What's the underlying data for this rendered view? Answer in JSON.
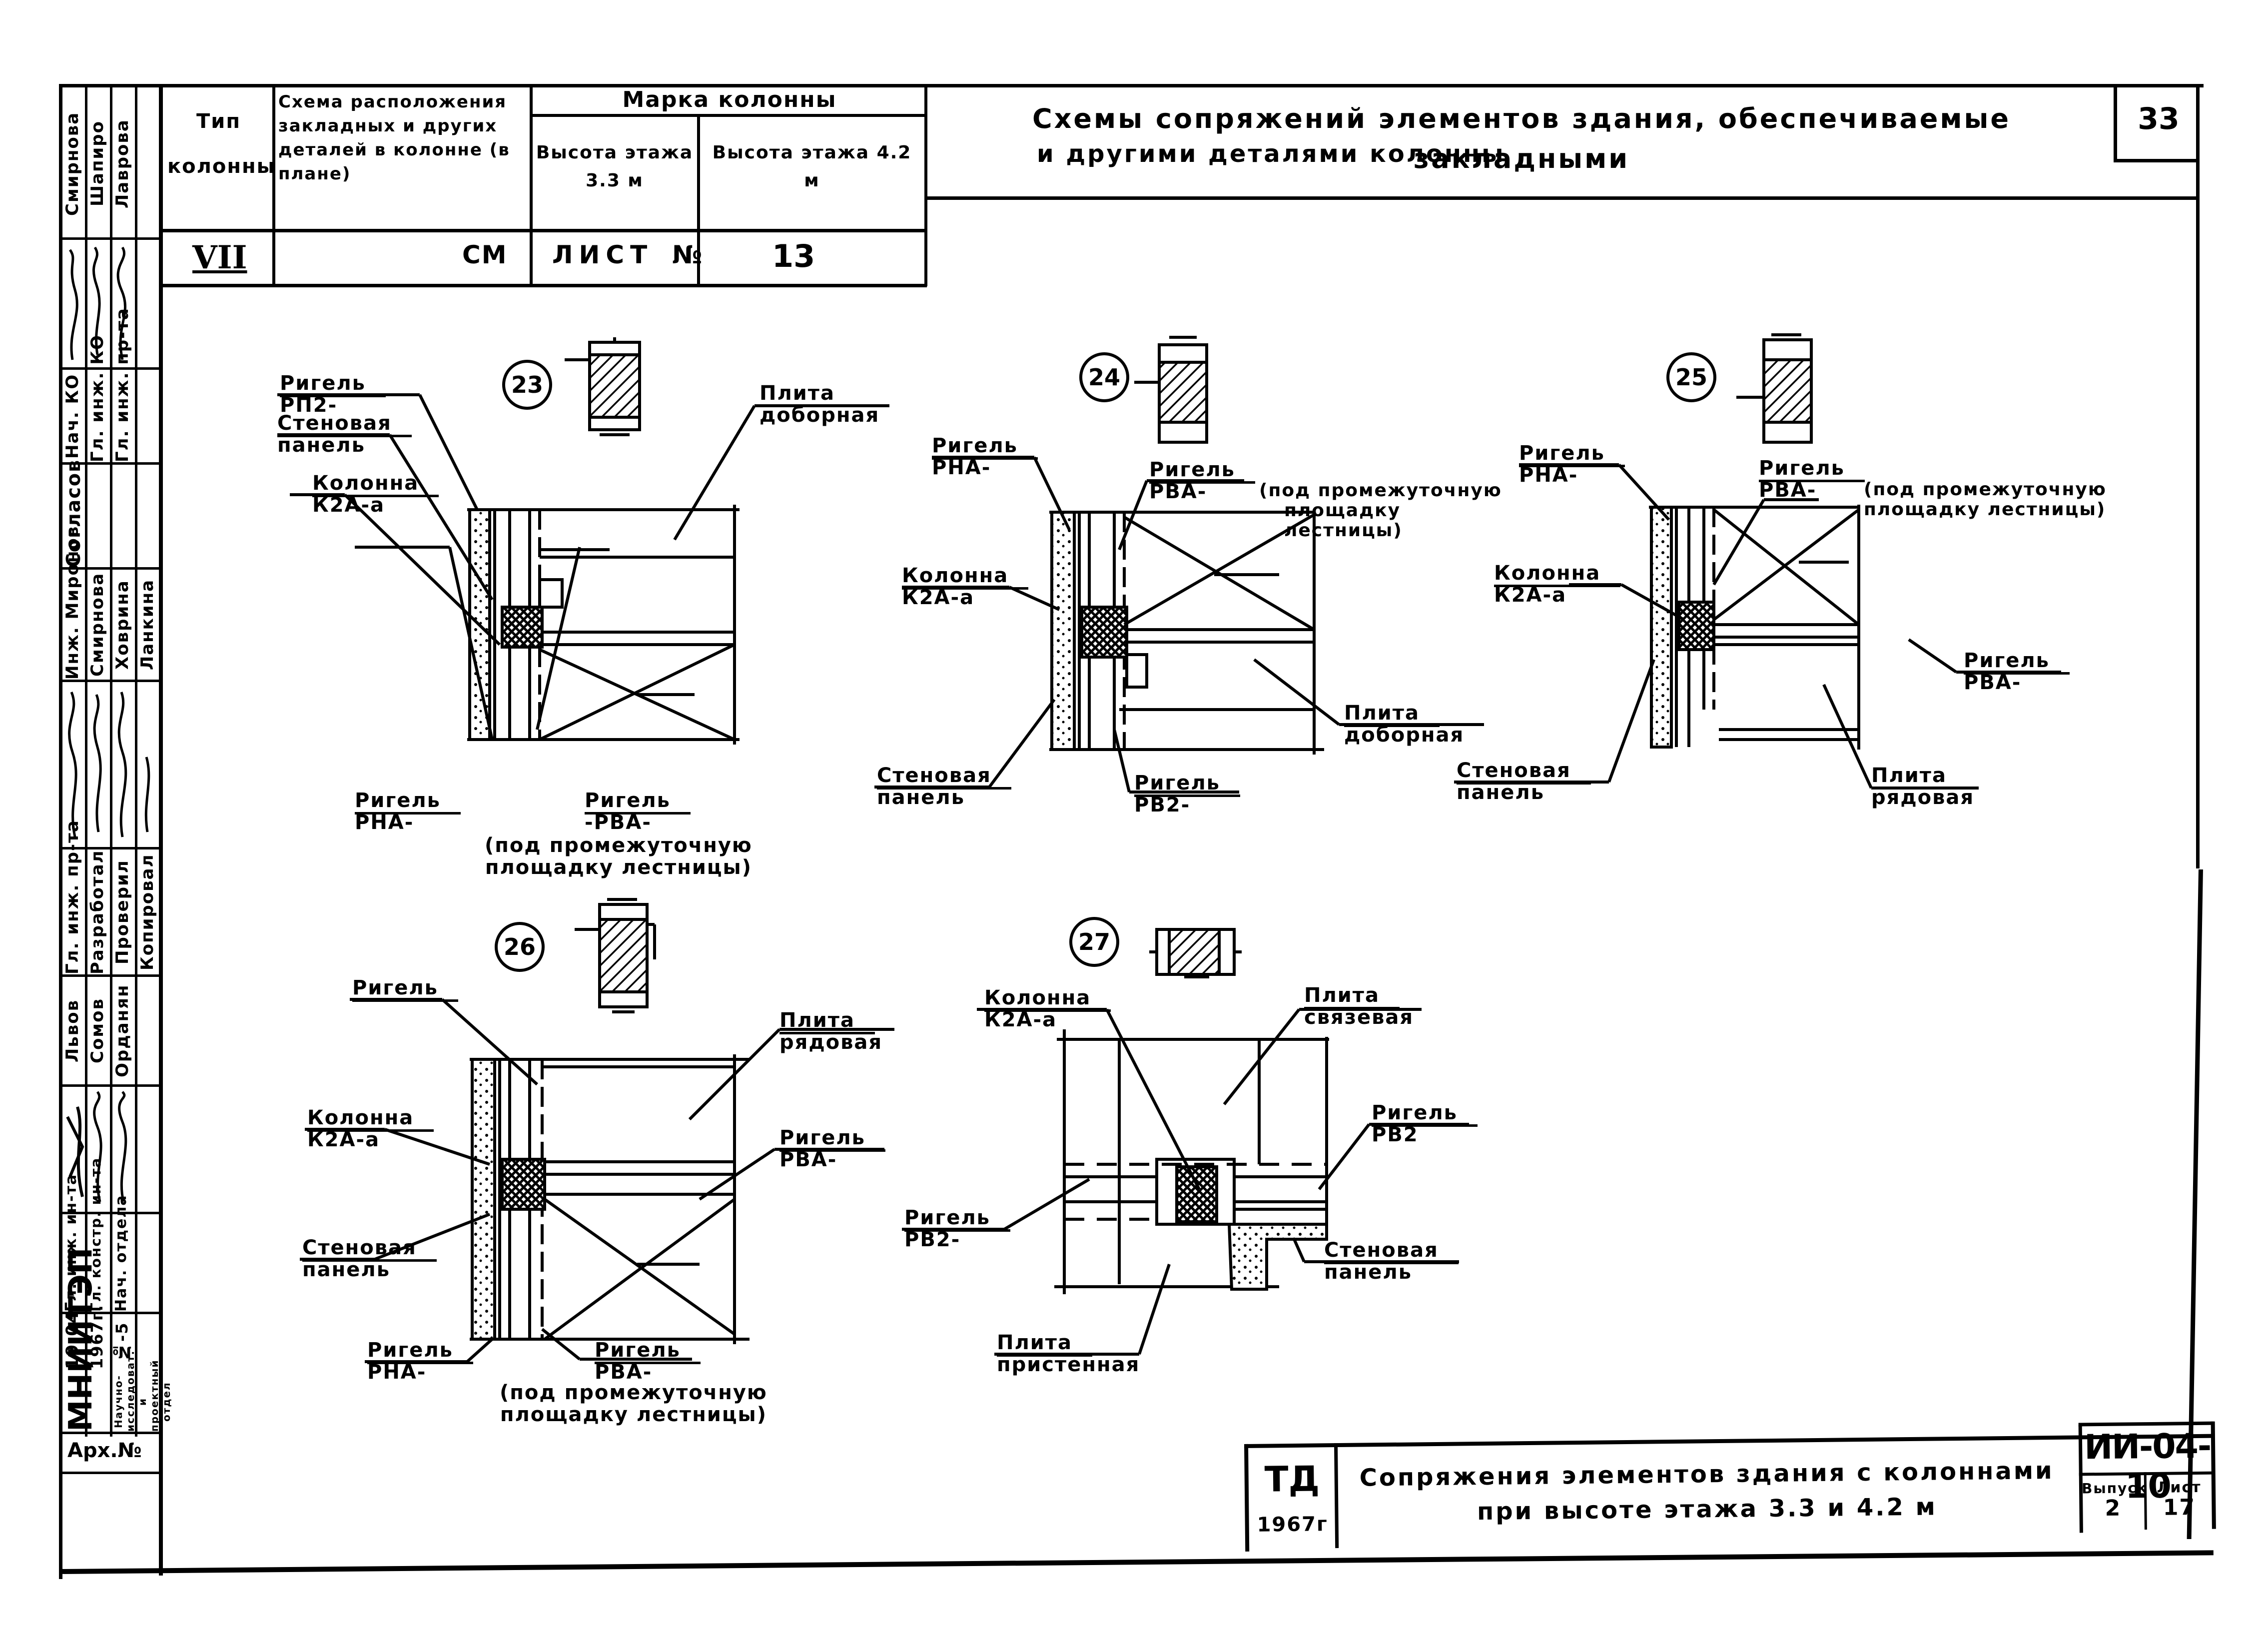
{
  "header_table": {
    "col_type": "Тип колонны",
    "col_scheme": "Схема расположения закладных и других деталей в колонне (в плане)",
    "col_mark": "Марка колонны",
    "col_h33": "Высота этажа 3.3 м",
    "col_h42": "Высота этажа 4.2 м",
    "row_type": "VII",
    "row_ref_prefix": "СМ",
    "row_ref_sheet": "ЛИСТ",
    "row_ref_no": "№",
    "row_ref_value": "13"
  },
  "sheet_title": {
    "line1": "Схемы сопряжений элементов здания, обеспечиваемые закладными",
    "line2": "и другими деталями колонны",
    "page_number": "33"
  },
  "left_stamp": {
    "names_top": [
      "Смирнова",
      "Шапиро",
      "Лаврова"
    ],
    "roles_1": [
      "Нач. КО",
      "Гл. инж. КО",
      "Гл. инж. пр-та"
    ],
    "agreed": "Согласов",
    "names_mid": [
      "Инж. Миронов",
      "Смирнова",
      "Ховрина",
      "Ланкина"
    ],
    "roles_2": [
      "Гл. инж. пр-та",
      "Разработал",
      "Проверил",
      "Копировал"
    ],
    "names_low": [
      "Львов",
      "Сомов",
      "Орданян"
    ],
    "roles_3": [
      "Гл. инж. ин-та",
      "Гл. констр. ин-та",
      "Нач. отдела"
    ],
    "date": [
      "19.04.",
      "1967г.",
      "№-5"
    ],
    "org": "МНИИТЭП",
    "org_sub": "Научно-исследоват. и проектный отдел",
    "inv": "Арх.№"
  },
  "diagrams": [
    {
      "number": "23",
      "labels": {
        "tl": [
          "Ригель",
          "РП2-"
        ],
        "wall": [
          "Стеновая",
          "панель"
        ],
        "column": [
          "Колонна",
          "К2А-а"
        ],
        "slab": [
          "Плита",
          "доборная"
        ],
        "bl": [
          "Ригель",
          "РНА-"
        ],
        "br": [
          "Ригель",
          "-РВА-"
        ],
        "note": [
          "(под промежуточную",
          "площадку лестницы)"
        ]
      }
    },
    {
      "number": "24",
      "labels": {
        "tl": [
          "Ригель",
          "РНА-"
        ],
        "tr": [
          "Ригель",
          "РВА-"
        ],
        "note": [
          "(под промежуточную",
          "площадку",
          "лестницы)"
        ],
        "column": [
          "Колонна",
          "К2А-а"
        ],
        "slab": [
          "Плита",
          "доборная"
        ],
        "wall": [
          "Стеновая",
          "панель"
        ],
        "br": [
          "Ригель",
          "РВ2-"
        ]
      }
    },
    {
      "number": "25",
      "labels": {
        "tl": [
          "Ригель",
          "РНА-"
        ],
        "tr": [
          "Ригель",
          "РВА-"
        ],
        "note": [
          "(под промежуточную",
          "площадку лестницы)"
        ],
        "column": [
          "Колонна",
          "К2А-а"
        ],
        "rr": [
          "Ригель",
          "РВА-"
        ],
        "wall": [
          "Стеновая",
          "панель"
        ],
        "slab": [
          "Плита",
          "рядовая"
        ]
      }
    },
    {
      "number": "26",
      "labels": {
        "tl": [
          "Ригель"
        ],
        "slab": [
          "Плита",
          "рядовая"
        ],
        "column": [
          "Колонна",
          "К2А-а"
        ],
        "rr": [
          "Ригель",
          "РВА-"
        ],
        "wall": [
          "Стеновая",
          "панель"
        ],
        "bl": [
          "Ригель",
          "РНА-"
        ],
        "br": [
          "Ригель",
          "РВА-"
        ],
        "note": [
          "(под промежуточную",
          "площадку лестницы)"
        ]
      }
    },
    {
      "number": "27",
      "labels": {
        "column": [
          "Колонна",
          "К2А-а"
        ],
        "slab": [
          "Плита",
          "связевая"
        ],
        "rr": [
          "Ригель",
          "РВ2"
        ],
        "rl": [
          "Ригель",
          "РВ2-"
        ],
        "wall": [
          "Стеновая",
          "панель"
        ],
        "slab2": [
          "Плита",
          "пристенная"
        ]
      }
    }
  ],
  "title_block": {
    "code": "ТД",
    "year": "1967г",
    "title_line1": "Сопряжения элементов здания с колоннами",
    "title_line2": "при высоте этажа 3.3 и 4.2 м",
    "series": "ИИ-04-10",
    "issue_label": "Выпуск",
    "issue": "2",
    "sheet_label": "Лист",
    "sheet": "17"
  }
}
